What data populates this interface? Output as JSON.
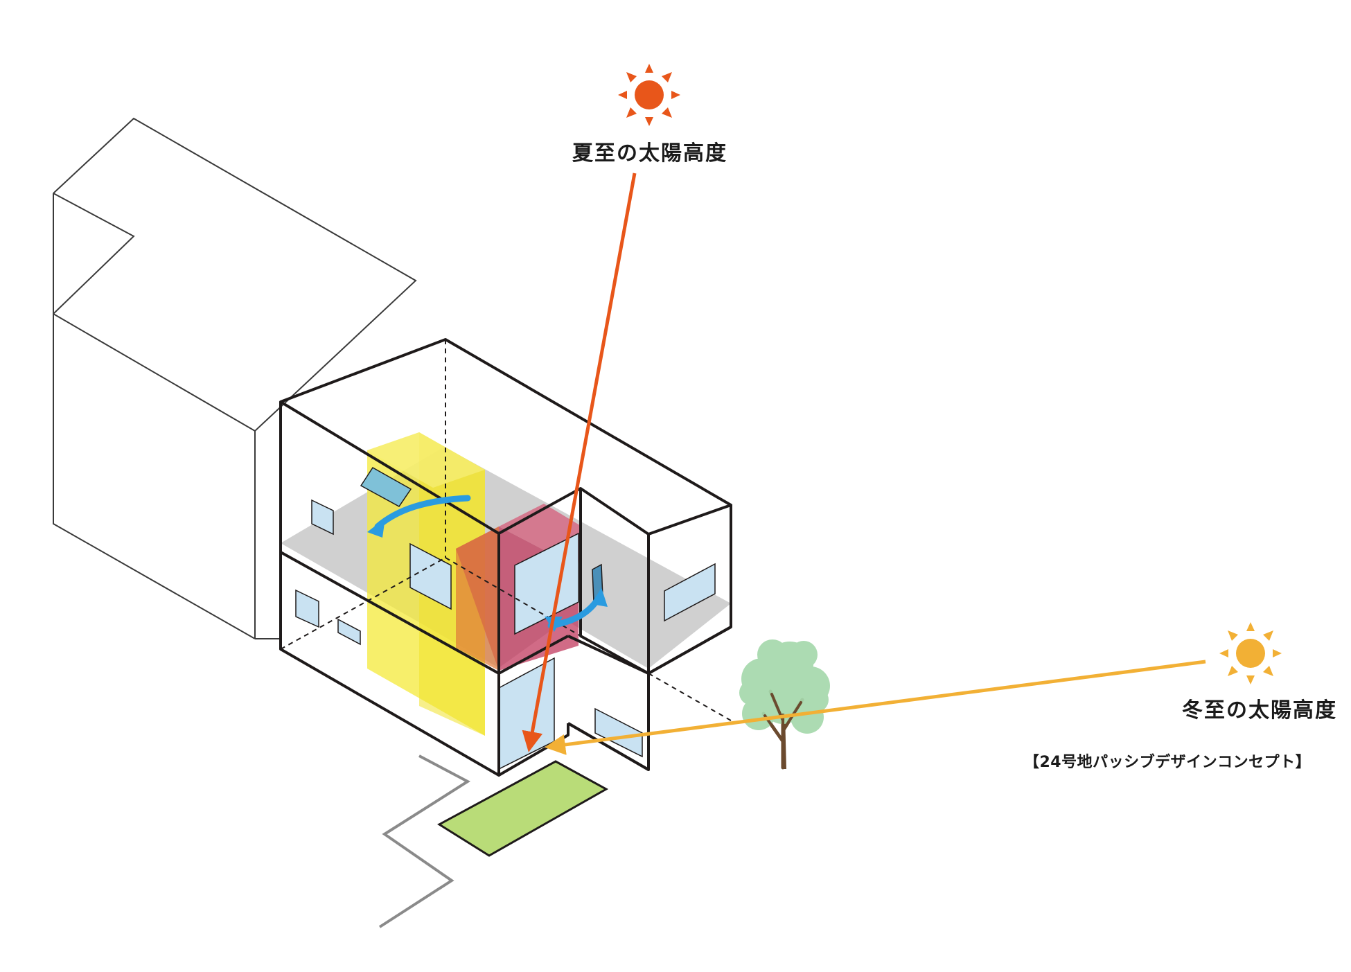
{
  "labels": {
    "summer_sun": "夏至の太陽高度",
    "winter_sun": "冬至の太陽高度",
    "caption": "【24号地パッシブデザインコンセプト】"
  },
  "colors": {
    "summer_sun": "#e8561a",
    "winter_sun": "#f2b035",
    "airflow": "#2a9be0",
    "void_yellow": "#f4ea3a",
    "box_red": "#c13a5e",
    "window": "#c9e2f2",
    "floor": "#c8c8c8",
    "lawn": "#b9dc78",
    "tree_foliage": "#a6d9ac",
    "outline": "#1e1a1a",
    "path": "#8a8a8a"
  },
  "icons": {
    "summer": "sun-icon",
    "winter": "sun-icon",
    "tree": "tree-icon"
  }
}
